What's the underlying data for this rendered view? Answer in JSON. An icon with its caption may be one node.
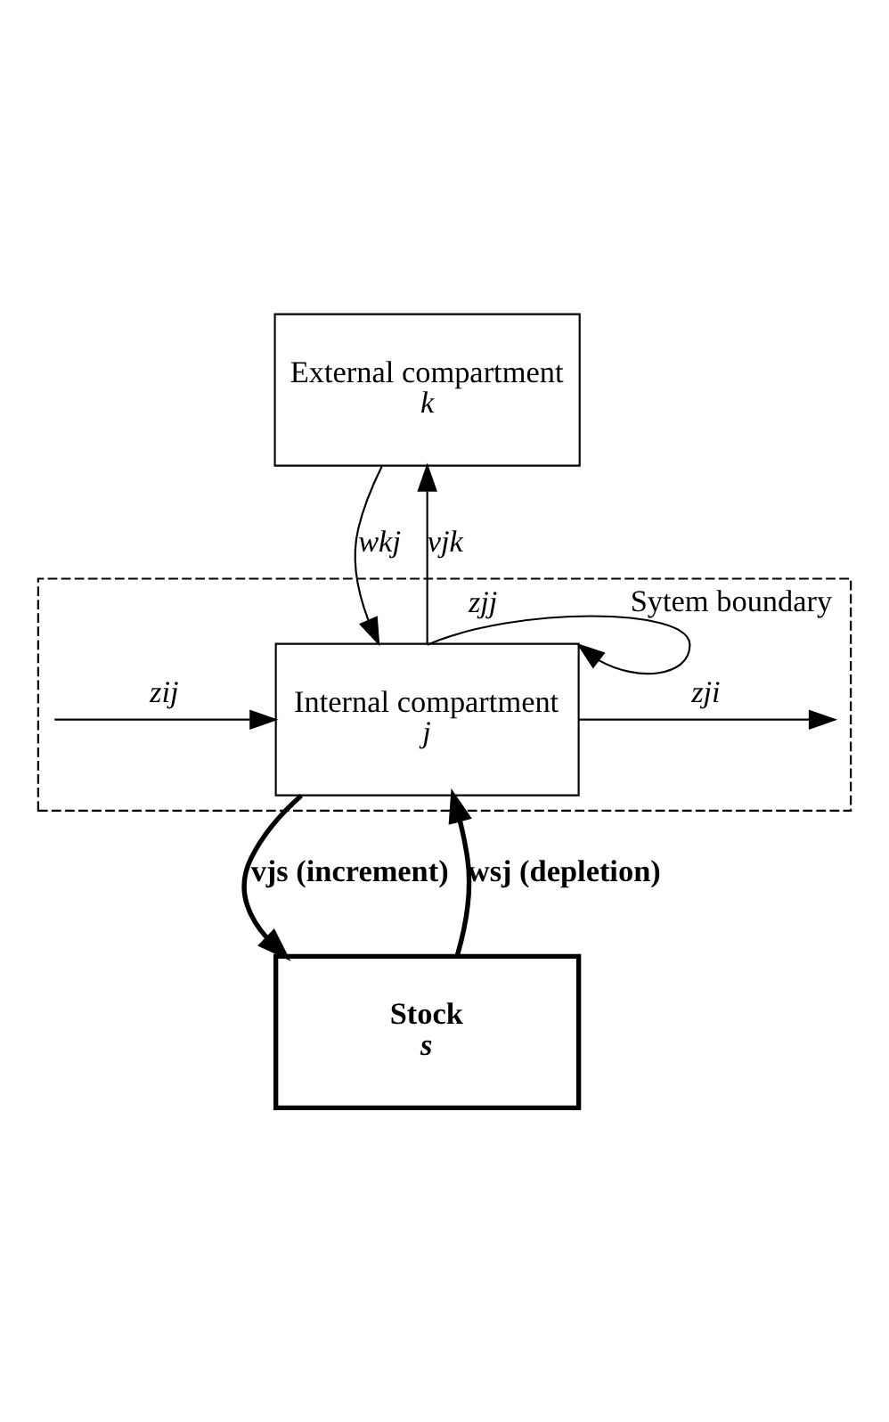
{
  "diagram": {
    "nodes": [
      {
        "text": [
          "External compartment",
          "k"
        ]
      },
      {
        "text": [
          "Sytem boundary"
        ]
      },
      {
        "text": [
          "Internal compartment",
          "j"
        ],
        "in": 1
      },
      {
        "text": [
          "Stock",
          "s"
        ]
      }
    ],
    "edges": [
      {
        "from": 2,
        "to": 0,
        "arrow": "to",
        "label": "vjk"
      },
      {
        "from": 0,
        "to": 2,
        "arrow": "to",
        "label": "wkj"
      },
      {
        "from": 2,
        "to": 2,
        "arrow": "to",
        "label": "zjj"
      },
      {
        "from": 2,
        "to": null,
        "arrow": "to",
        "label": "zji"
      },
      {
        "from": null,
        "to": 2,
        "arrow": "to",
        "label": "zij"
      },
      {
        "from": 2,
        "to": 3,
        "arrow": "to",
        "label": "vjs (increment)",
        "style": "thick"
      },
      {
        "from": 3,
        "to": 2,
        "arrow": "to",
        "label": "wsj (depletion)",
        "style": "thick"
      }
    ]
  }
}
